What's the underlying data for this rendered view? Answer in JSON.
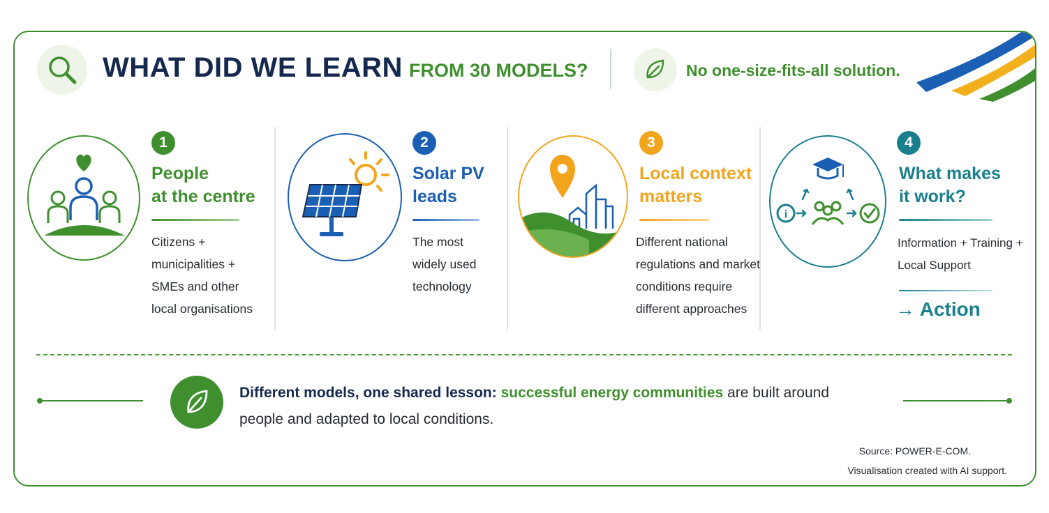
{
  "header": {
    "title_main": "WHAT DID WE LEARN",
    "title_sub": "FROM 30 MODELS?",
    "tagline": "No one-size-fits-all solution.",
    "search_icon": "magnifier-icon",
    "leaf_icon": "leaf-icon"
  },
  "cards": [
    {
      "number": "1",
      "title_line1": "People",
      "title_line2": "at the centre",
      "body": [
        "Citizens +",
        "municipalities +",
        "SMEs and other",
        "local organisations"
      ],
      "color": "#3f8f2e",
      "icon": "people-heart-icon"
    },
    {
      "number": "2",
      "title_line1": "Solar PV",
      "title_line2": "leads",
      "body": [
        "The most",
        "widely used",
        "technology"
      ],
      "color": "#1a5fb4",
      "icon": "solar-panel-sun-icon"
    },
    {
      "number": "3",
      "title_line1": "Local context",
      "title_line2": "matters",
      "body": [
        "Different national",
        "regulations and market",
        "conditions require",
        "different approaches"
      ],
      "color": "#f2a51c",
      "icon": "map-pin-town-icon"
    },
    {
      "number": "4",
      "title_line1": "What makes",
      "title_line2": "it work?",
      "body": [
        "Information + Training +",
        "Local Support"
      ],
      "action": "→ Action",
      "color": "#1a7f8c",
      "icon": "info-training-support-icon"
    }
  ],
  "lesson": {
    "part_bold": "Different models, one shared lesson:",
    "part_green": "successful energy communities",
    "part_rest": "are built around",
    "line2": "people and adapted to local conditions."
  },
  "footer": {
    "source": "Source: POWER-E-COM.",
    "credit": "Visualisation created with AI support."
  },
  "colors": {
    "navy": "#15294f",
    "green": "#3f8f2e",
    "blue": "#1a5fb4",
    "orange": "#f2a51c",
    "teal": "#1a7f8c"
  }
}
